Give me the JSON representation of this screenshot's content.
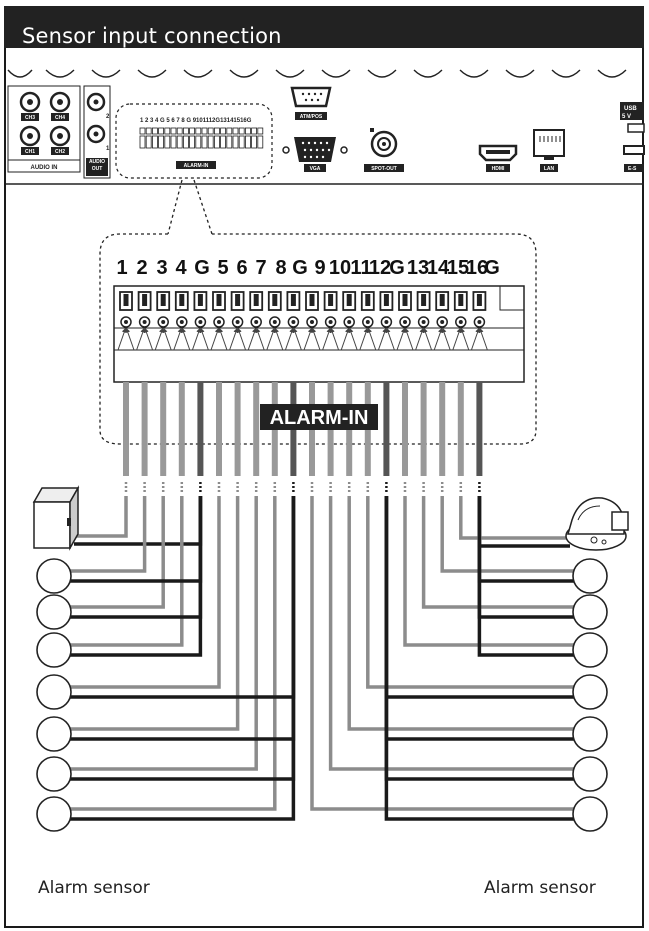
{
  "header": {
    "title": "Sensor input connection"
  },
  "rear_panel": {
    "audio_in_channels": [
      "CH3",
      "CH4",
      "CH1",
      "CH2"
    ],
    "audio_in_label": "AUDIO IN",
    "audio_out_numbers": [
      "2",
      "1"
    ],
    "audio_out_label": "AUDIO OUT",
    "alarm_in_small_pins": "1 2 3 4 G 5 6 7 8 G 9101112G13141516G",
    "alarm_in_label": "ALARM-IN",
    "ports": {
      "atm_pos": "ATM/POS",
      "vga": "VGA",
      "spot_out": "SPOT-OUT",
      "hdmi": "HDMI",
      "lan": "LAN",
      "usb": "USB",
      "usb_power": "5 V",
      "esata": "E-S"
    }
  },
  "terminal": {
    "pin_labels": [
      "1",
      "2",
      "3",
      "4",
      "G",
      "5",
      "6",
      "7",
      "8",
      "G",
      "9",
      "10",
      "11",
      "12",
      "G",
      "13",
      "14",
      "15",
      "16",
      "G"
    ],
    "label": "ALARM-IN"
  },
  "colors": {
    "header_bg": "#222222",
    "wire_gray": "#8c8c8c",
    "wire_black": "#1a1a1a"
  },
  "captions": {
    "left": "Alarm sensor",
    "right": "Alarm sensor"
  }
}
